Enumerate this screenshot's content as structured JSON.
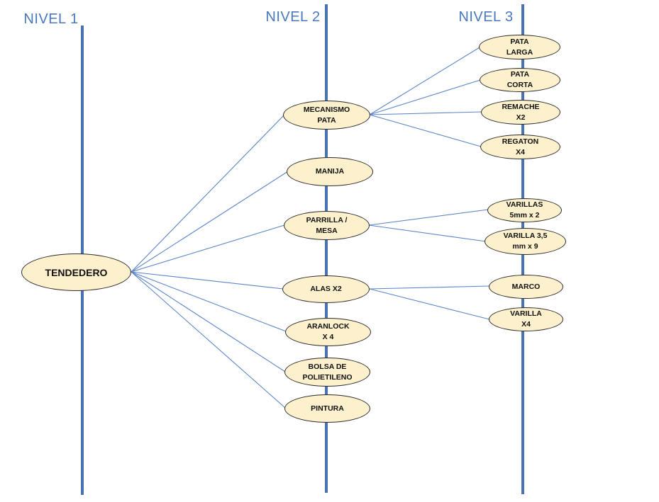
{
  "levels": {
    "level1": "NIVEL 1",
    "level2": "NIVEL 2",
    "level3": "NIVEL 3"
  },
  "colors": {
    "axis": "#4a72b2",
    "connector": "#5b85c8",
    "node_fill": "#fdf0cc",
    "title": "#4a78bd"
  },
  "root": "TENDEDERO",
  "level2_nodes": {
    "mecanismo_pata": "MECANISMO\nPATA",
    "manija": "MANIJA",
    "parrilla_mesa": "PARRILLA /\nMESA",
    "alas": "ALAS  X2",
    "aranlock": "ARANLOCK\nX 4",
    "bolsa": "BOLSA DE\nPOLIETILENO",
    "pintura": "PINTURA"
  },
  "level3_nodes": {
    "pata_larga": "PATA\nLARGA",
    "pata_corta": "PATA\nCORTA",
    "remache": "REMACHE\nX2",
    "regaton": "REGATON\nX4",
    "varillas_5mm": "VARILLAS\n5mm x 2",
    "varilla_35": "VARILLA 3,5\nmm x 9",
    "marco": "MARCO",
    "varilla_x4": "VARILLA\nX4"
  }
}
